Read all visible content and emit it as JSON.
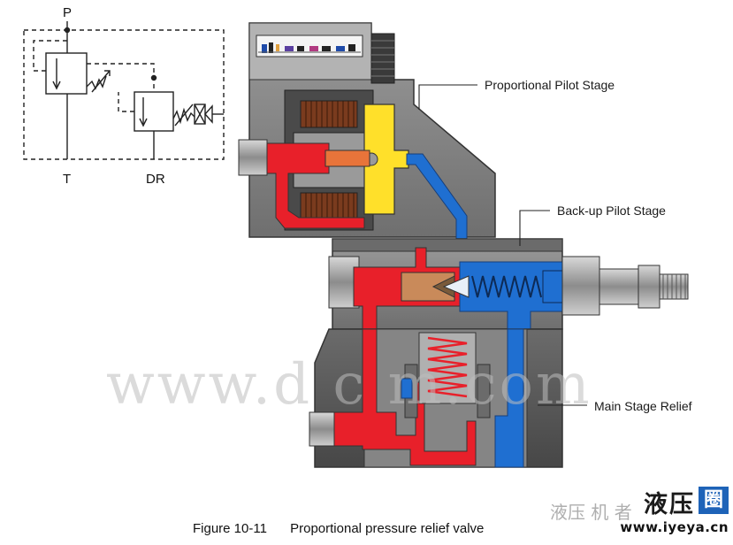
{
  "symbol": {
    "port_p": "P",
    "port_t": "T",
    "port_dr": "DR"
  },
  "callouts": {
    "pilot": "Proportional Pilot Stage",
    "backup": "Back-up Pilot Stage",
    "main": "Main Stage Relief"
  },
  "caption": {
    "number": "Figure 10-11",
    "title": "Proportional pressure relief valve"
  },
  "watermark": "www.d   c  m.com",
  "brand": {
    "main": "液压",
    "box": "圈",
    "url": "www.iyeya.cn",
    "wechat": "液压  机   者"
  },
  "colors": {
    "pressure": "#e8202a",
    "tank": "#1f6fd1",
    "pilot": "#ffe02a",
    "body_dark": "#5b5b5b",
    "body_mid": "#8a8a8a",
    "body_light": "#b9b9b9",
    "coil": "#7a3b1e",
    "brass": "#c98a5a"
  }
}
